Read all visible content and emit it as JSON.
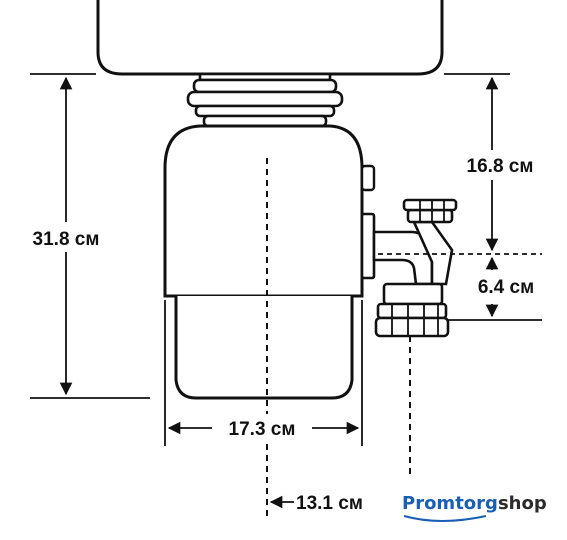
{
  "dimensions": {
    "total_height": "31.8 см",
    "outlet_height": "16.8 см",
    "outlet_drop": "6.4 см",
    "body_width": "17.3 см",
    "outlet_offset": "13.1 см"
  },
  "brand": {
    "part1": "Promtorg",
    "part2": "shop"
  },
  "colors": {
    "stroke": "#111111",
    "brand_blue": "#1a5fb4",
    "brand_dark": "#2b2b2b"
  }
}
